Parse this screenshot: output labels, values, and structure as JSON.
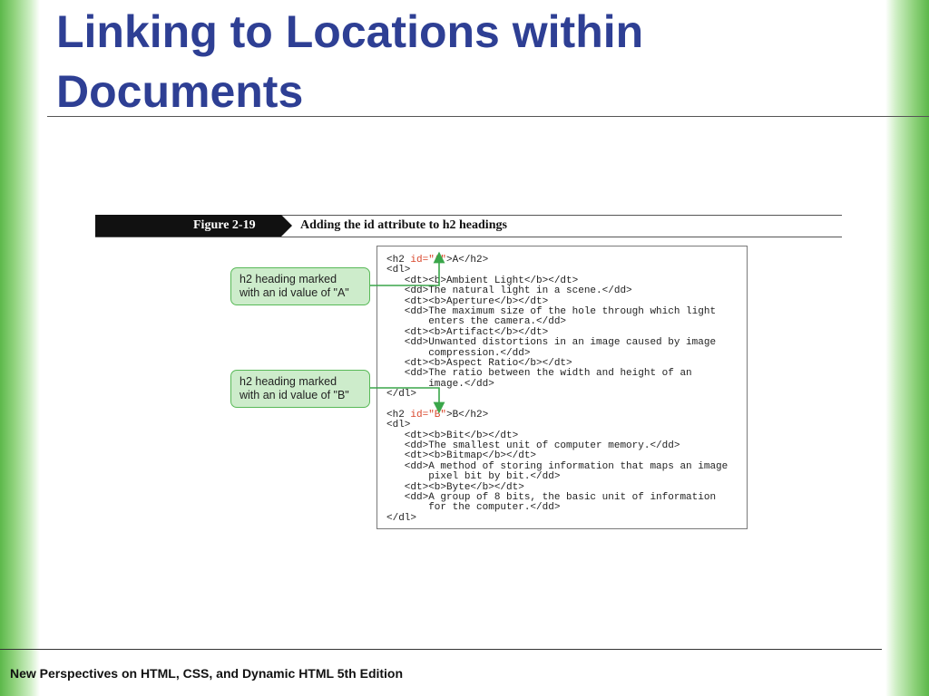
{
  "slide": {
    "title": "Linking to Locations within Documents",
    "footer": "New Perspectives on HTML, CSS, and Dynamic HTML 5th Edition",
    "accent_color": "#2e3f94",
    "side_color": "#5cb84a"
  },
  "figure": {
    "number": "Figure 2-19",
    "caption": "Adding the id attribute to h2 headings"
  },
  "callouts": [
    {
      "line1": "h2 heading marked",
      "line2": "with an id value of \"A\""
    },
    {
      "line1": "h2 heading marked",
      "line2": "with an id value of \"B\""
    }
  ],
  "code": [
    [
      {
        "t": "<h2 "
      },
      {
        "t": "id=\"A\"",
        "h": true
      },
      {
        "t": ">A</h2>"
      }
    ],
    [
      {
        "t": "<dl>"
      }
    ],
    [
      {
        "t": "   <dt><b>Ambient Light</b></dt>"
      }
    ],
    [
      {
        "t": "   <dd>The natural light in a scene.</dd>"
      }
    ],
    [
      {
        "t": "   <dt><b>Aperture</b></dt>"
      }
    ],
    [
      {
        "t": "   <dd>The maximum size of the hole through which light"
      }
    ],
    [
      {
        "t": "       enters the camera.</dd>"
      }
    ],
    [
      {
        "t": "   <dt><b>Artifact</b></dt>"
      }
    ],
    [
      {
        "t": "   <dd>Unwanted distortions in an image caused by image"
      }
    ],
    [
      {
        "t": "       compression.</dd>"
      }
    ],
    [
      {
        "t": "   <dt><b>Aspect Ratio</b></dt>"
      }
    ],
    [
      {
        "t": "   <dd>The ratio between the width and height of an"
      }
    ],
    [
      {
        "t": "       image.</dd>"
      }
    ],
    [
      {
        "t": "</dl>"
      }
    ],
    [
      {
        "t": ""
      }
    ],
    [
      {
        "t": "<h2 "
      },
      {
        "t": "id=\"B\"",
        "h": true
      },
      {
        "t": ">B</h2>"
      }
    ],
    [
      {
        "t": "<dl>"
      }
    ],
    [
      {
        "t": "   <dt><b>Bit</b></dt>"
      }
    ],
    [
      {
        "t": "   <dd>The smallest unit of computer memory.</dd>"
      }
    ],
    [
      {
        "t": "   <dt><b>Bitmap</b></dt>"
      }
    ],
    [
      {
        "t": "   <dd>A method of storing information that maps an image"
      }
    ],
    [
      {
        "t": "       pixel bit by bit.</dd>"
      }
    ],
    [
      {
        "t": "   <dt><b>Byte</b></dt>"
      }
    ],
    [
      {
        "t": "   <dd>A group of 8 bits, the basic unit of information"
      }
    ],
    [
      {
        "t": "       for the computer.</dd>"
      }
    ],
    [
      {
        "t": "</dl>"
      }
    ]
  ]
}
